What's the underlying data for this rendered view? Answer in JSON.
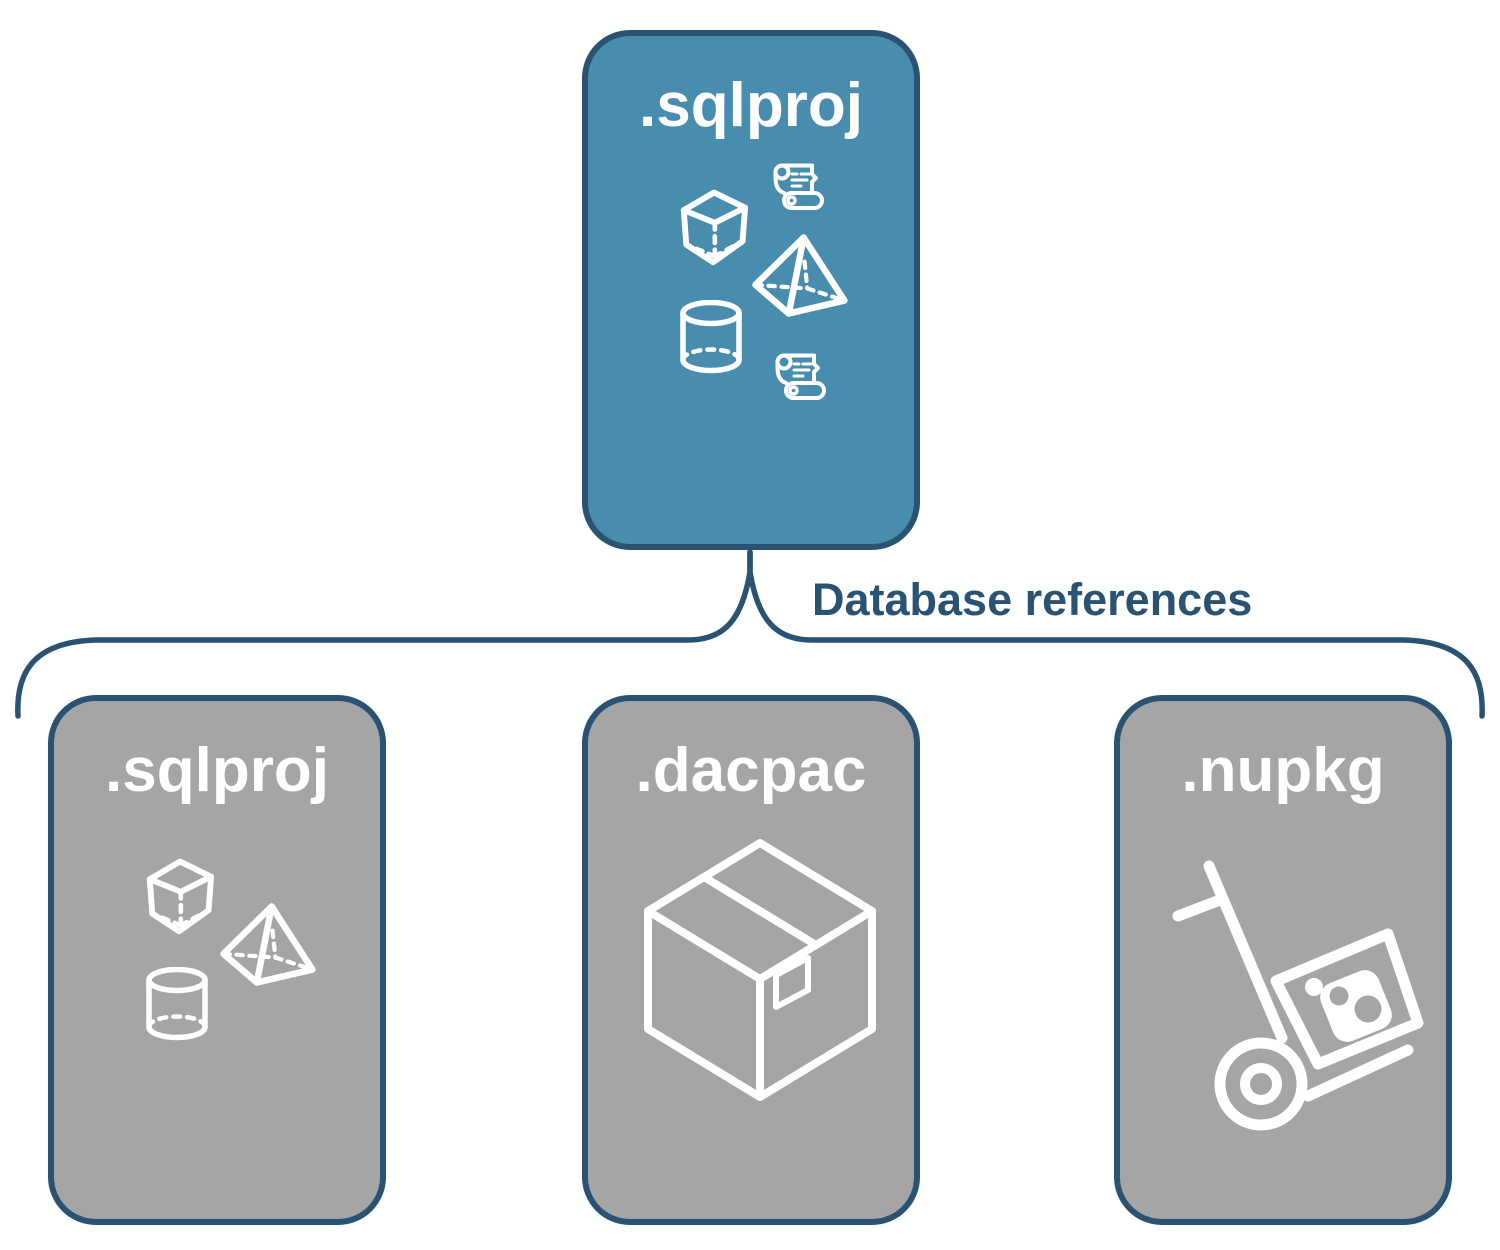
{
  "diagram": {
    "top_card": {
      "label": ".sqlproj",
      "icons": [
        "cube-icon",
        "scroll-icon",
        "pyramid-icon",
        "cylinder-icon",
        "scroll-icon"
      ]
    },
    "connector": {
      "label": "Database references"
    },
    "child_cards": [
      {
        "id": "sqlproj",
        "label": ".sqlproj",
        "icons": [
          "cube-icon",
          "pyramid-icon",
          "cylinder-icon"
        ]
      },
      {
        "id": "dacpac",
        "label": ".dacpac",
        "icons": [
          "package-box-icon"
        ]
      },
      {
        "id": "nupkg",
        "label": ".nupkg",
        "icons": [
          "hand-truck-icon",
          "nuget-package-icon"
        ]
      }
    ]
  },
  "colors": {
    "teal": "#488DAD",
    "gray": "#A5A5A5",
    "navy": "#2A5373",
    "icon": "#FFFFFF",
    "background": "#FFFFFF"
  }
}
